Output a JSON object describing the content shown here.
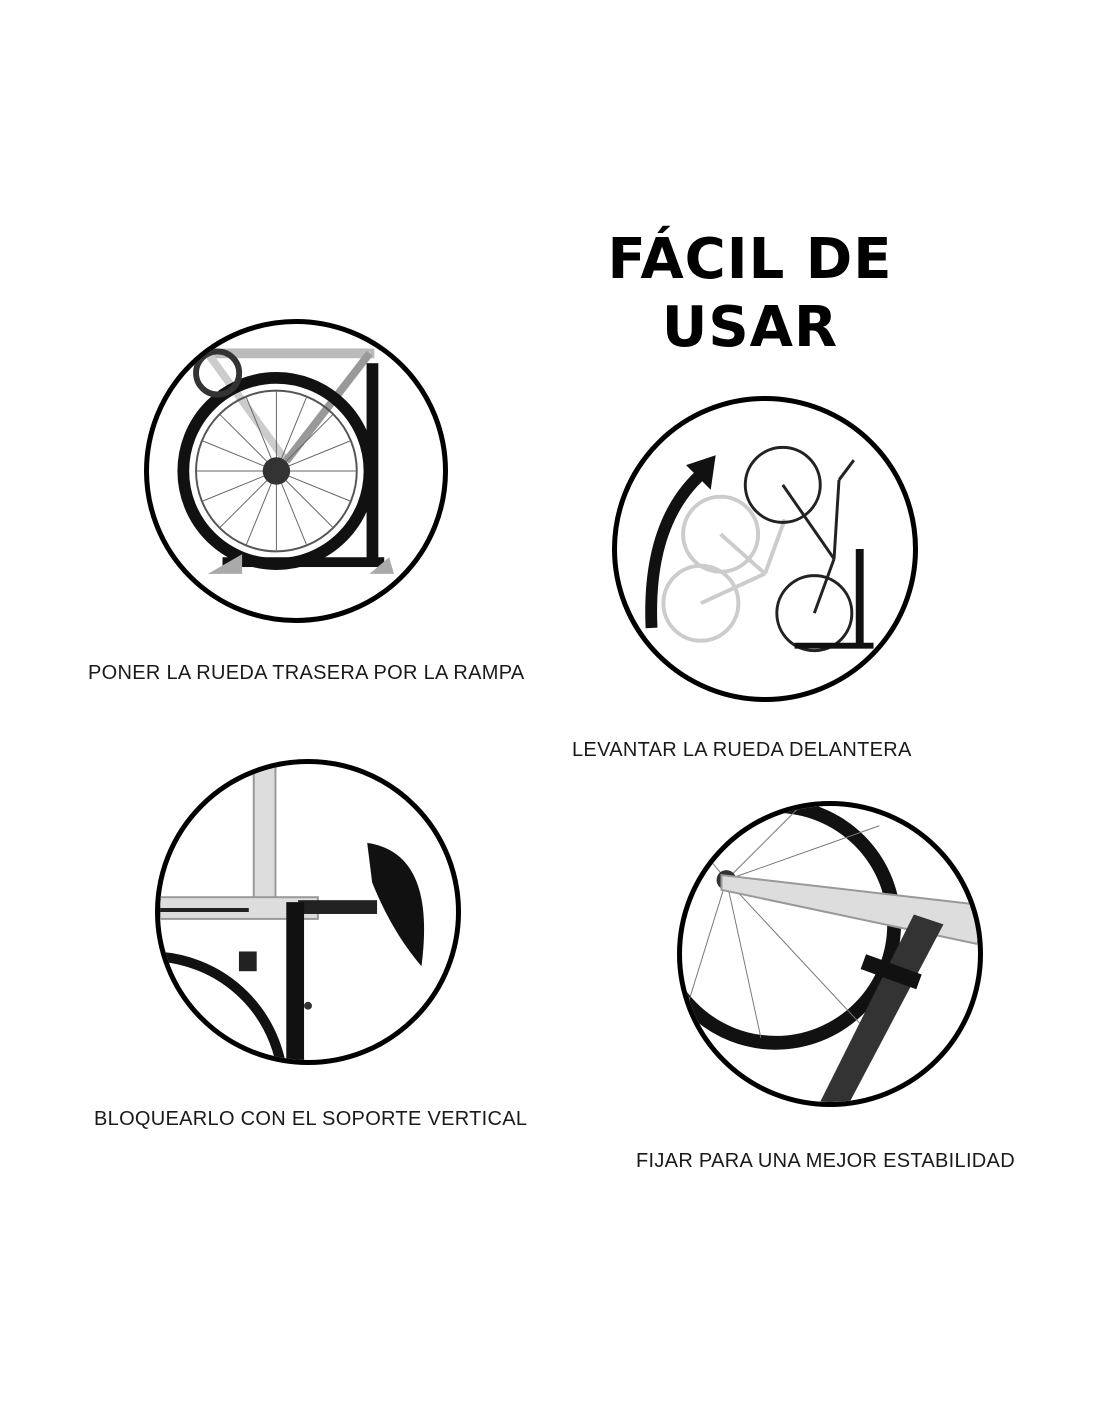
{
  "headline": {
    "line1": "FÁCIL DE",
    "line2": "USAR"
  },
  "steps": [
    {
      "caption": "PONER LA RUEDA TRASERA POR LA RAMPA",
      "image_icon": "bike-rear-wheel-ramp-icon"
    },
    {
      "caption": "LEVANTAR LA RUEDA DELANTERA",
      "image_icon": "bike-lift-front-wheel-icon"
    },
    {
      "caption": "BLOQUEARLO CON EL SOPORTE VERTICAL",
      "image_icon": "bike-vertical-support-lock-icon"
    },
    {
      "caption": "FIJAR PARA UNA MEJOR ESTABILIDAD",
      "image_icon": "bike-strap-fix-icon"
    }
  ],
  "colors": {
    "ring": "#000000",
    "text": "#1a1a1a",
    "background": "#ffffff"
  }
}
